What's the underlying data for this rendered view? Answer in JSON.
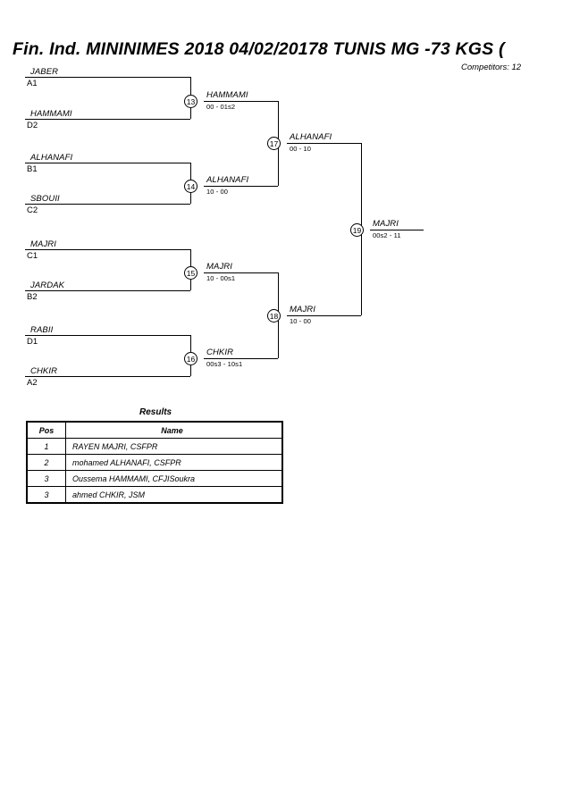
{
  "header": {
    "title": "Fin. Ind. MININIMES 2018  04/02/20178  TUNIS   MG -73 KGS  (",
    "competitors": "Competitors: 12"
  },
  "bracket": {
    "round1": [
      {
        "name": "JABER",
        "seed": "A1"
      },
      {
        "name": "HAMMAMI",
        "seed": "D2"
      },
      {
        "name": "ALHANAFI",
        "seed": "B1"
      },
      {
        "name": "SBOUII",
        "seed": "C2"
      },
      {
        "name": "MAJRI",
        "seed": "C1"
      },
      {
        "name": "JARDAK",
        "seed": "B2"
      },
      {
        "name": "RABII",
        "seed": "D1"
      },
      {
        "name": "CHKIR",
        "seed": "A2"
      }
    ],
    "matches": [
      {
        "number": "13",
        "winner": "HAMMAMI",
        "score": "00 - 01s2"
      },
      {
        "number": "14",
        "winner": "ALHANAFI",
        "score": "10 - 00"
      },
      {
        "number": "15",
        "winner": "MAJRI",
        "score": "10 - 00s1"
      },
      {
        "number": "16",
        "winner": "CHKIR",
        "score": "00s3 - 10s1"
      },
      {
        "number": "17",
        "winner": "ALHANAFI",
        "score": "00 - 10"
      },
      {
        "number": "18",
        "winner": "MAJRI",
        "score": "10 - 00"
      },
      {
        "number": "19",
        "winner": "MAJRI",
        "score": "00s2 - 11"
      }
    ]
  },
  "results": {
    "caption": "Results",
    "columns": [
      "Pos",
      "Name"
    ],
    "rows": [
      {
        "pos": "1",
        "name": "RAYEN MAJRI, CSFPR"
      },
      {
        "pos": "2",
        "name": "mohamed ALHANAFI, CSFPR"
      },
      {
        "pos": "3",
        "name": "Oussema HAMMAMI, CFJISoukra"
      },
      {
        "pos": "3",
        "name": "ahmed CHKIR, JSM"
      }
    ]
  }
}
